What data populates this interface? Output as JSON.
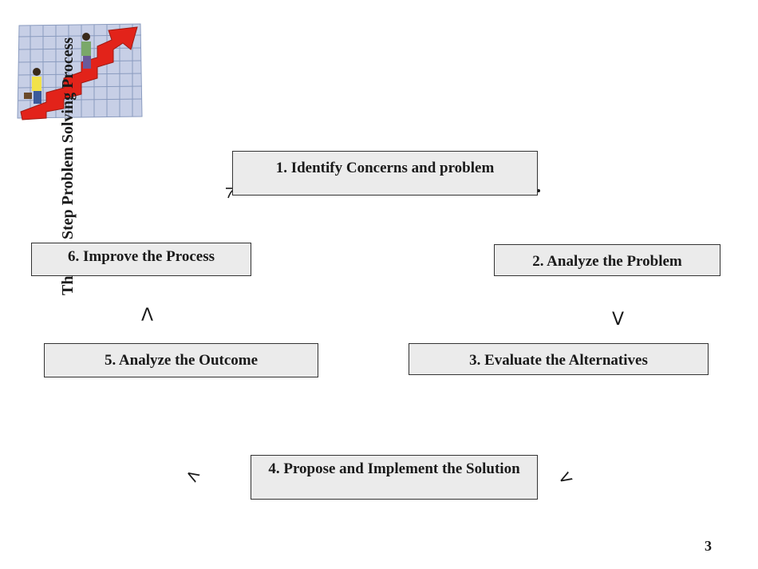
{
  "slide": {
    "title": "The Six Step Problem Solving Process",
    "page_number": "3"
  },
  "steps": [
    {
      "label": "1. Identify Concerns and problem"
    },
    {
      "label": "2. Analyze the Problem"
    },
    {
      "label": "3. Evaluate the Alternatives"
    },
    {
      "label": "4. Propose and Implement the Solution"
    },
    {
      "label": "5. Analyze the Outcome"
    },
    {
      "label": "6. Improve the Process"
    }
  ],
  "arrows": {
    "step2_to_3": "V",
    "step5_to_6": "Λ"
  },
  "clipart": {
    "icon": "business-growth-chart-clipart"
  }
}
